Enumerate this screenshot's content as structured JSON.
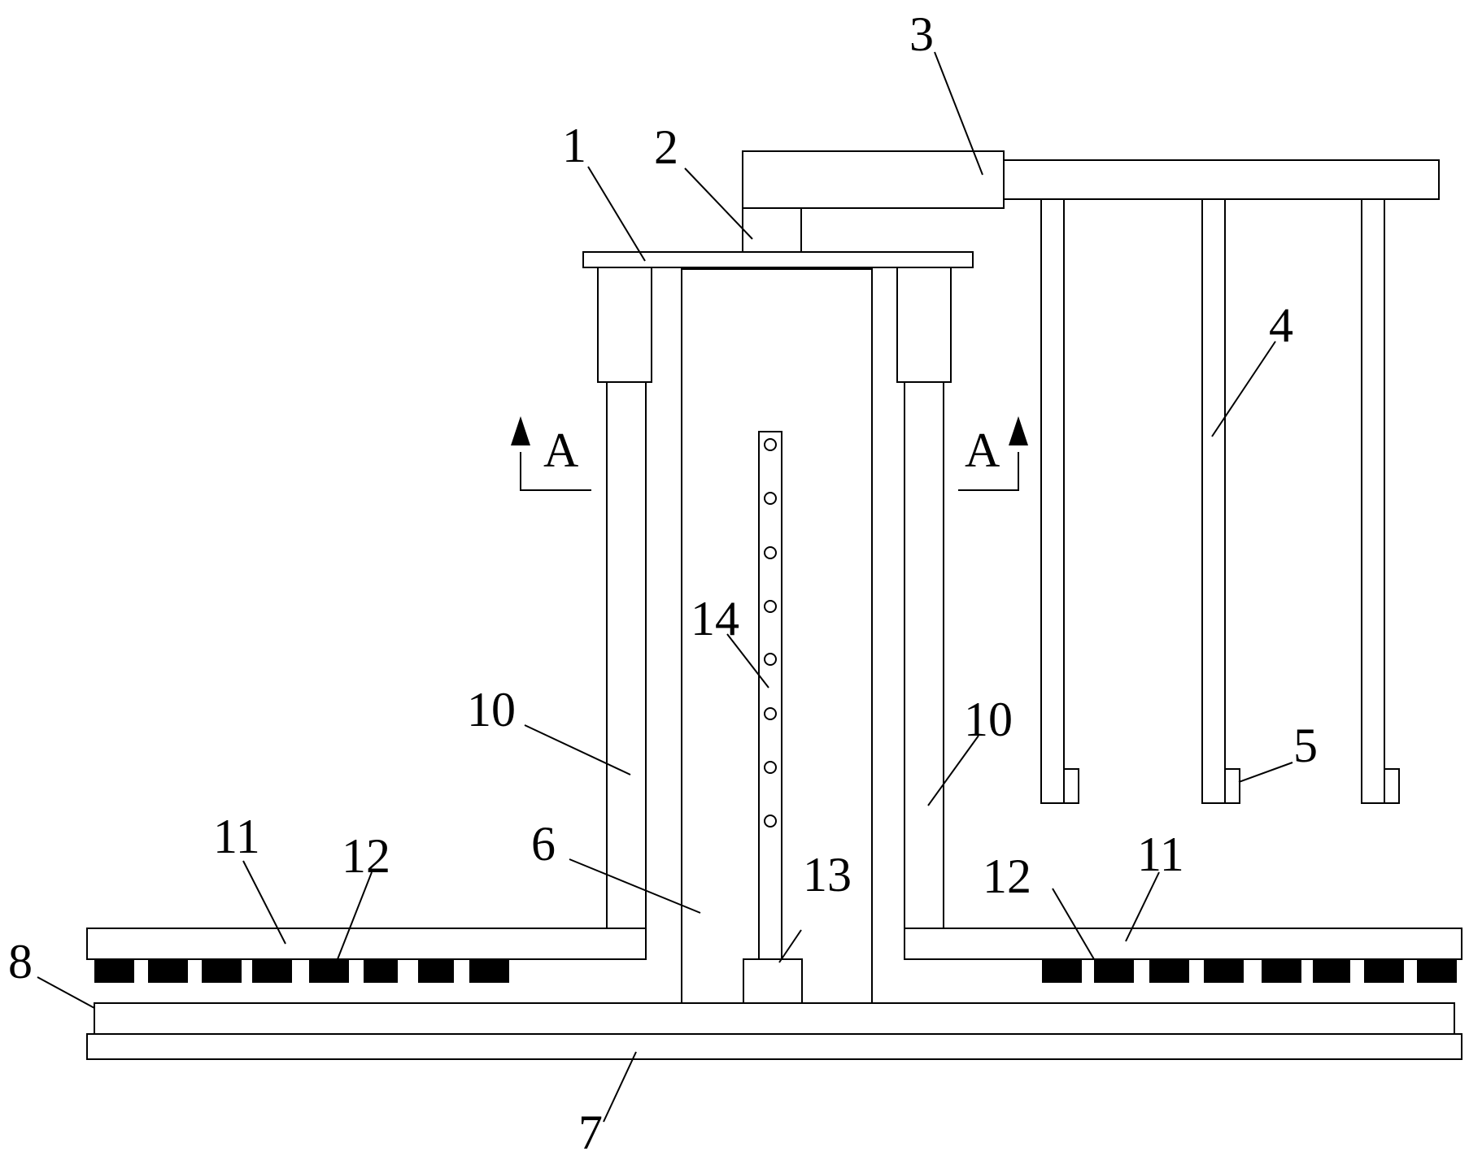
{
  "labels": {
    "l1": "1",
    "l2": "2",
    "l3": "3",
    "l4": "4",
    "l5": "5",
    "l6": "6",
    "l7": "7",
    "l8": "8",
    "l10_left": "10",
    "l10_right": "10",
    "l11_left": "11",
    "l11_right": "11",
    "l12_left": "12",
    "l12_right": "12",
    "l13": "13",
    "l14": "14"
  },
  "section_marks": {
    "left": "A",
    "right": "A"
  },
  "colors": {
    "stroke": "#000000",
    "background": "#ffffff"
  }
}
